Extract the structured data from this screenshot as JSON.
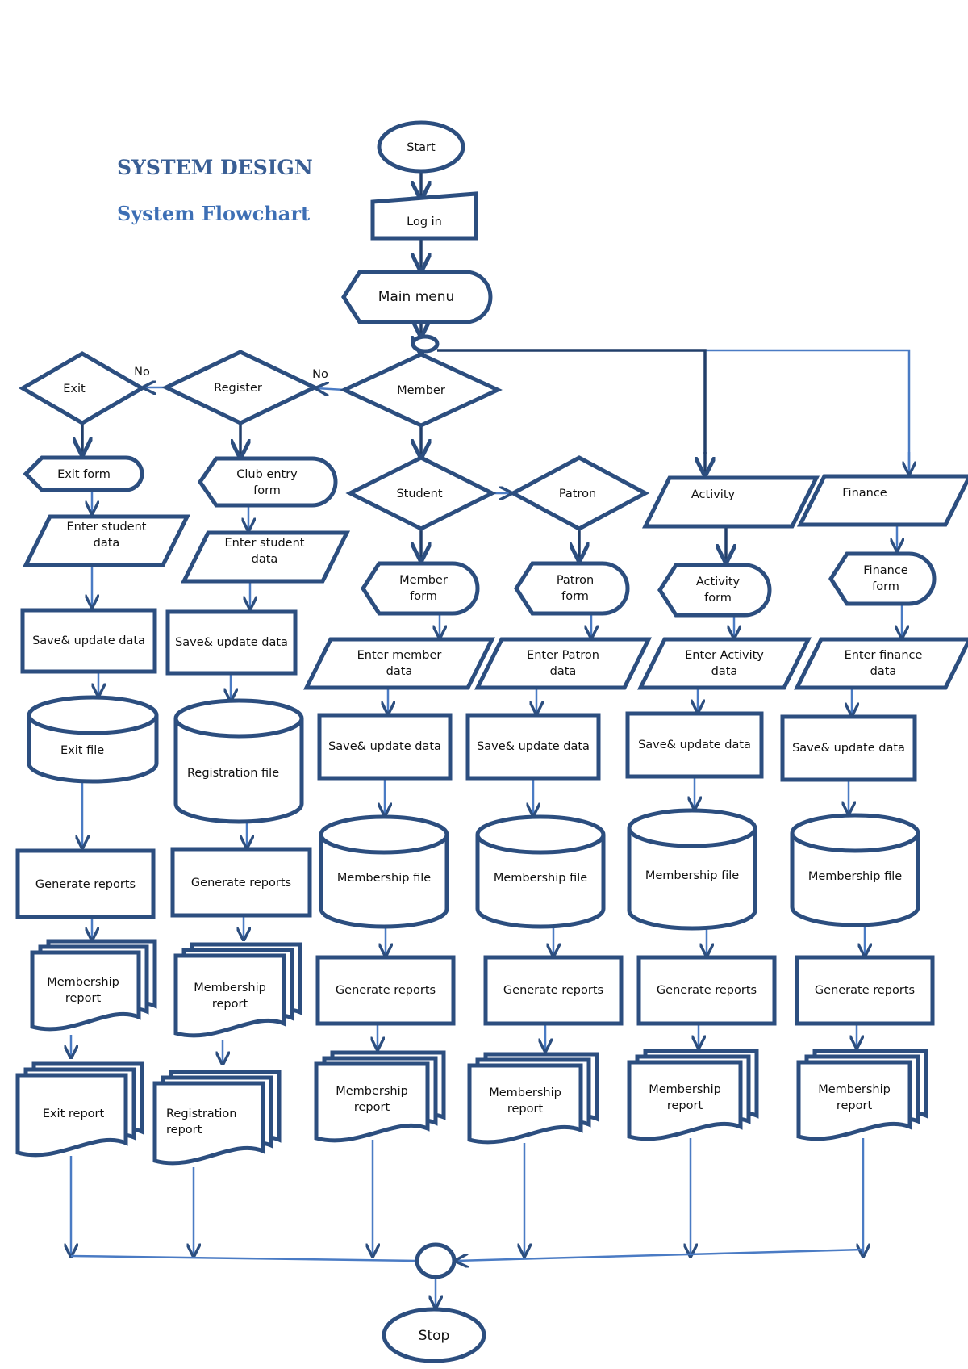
{
  "titles": {
    "section": "SYSTEM DESIGN",
    "subtitle": "System Flowchart"
  },
  "nodes": {
    "start": "Start",
    "login": "Log in",
    "main_menu": "Main menu",
    "member": "Member",
    "register": "Register",
    "exit": "Exit",
    "no1": "No",
    "no2": "No",
    "student": "Student",
    "patron": "Patron",
    "activity": "Activity",
    "finance": "Finance",
    "stop": "Stop",
    "exit_branch": {
      "form": [
        "Exit form"
      ],
      "input": [
        "Enter student",
        "data"
      ],
      "save": "Save& update data",
      "file": [
        "Exit file"
      ],
      "generate": "Generate reports",
      "report1": [
        "Membership",
        "report"
      ],
      "report2": [
        "Exit report"
      ]
    },
    "register_branch": {
      "form": [
        "Club entry",
        "form"
      ],
      "input": [
        "Enter student",
        "data"
      ],
      "save": "Save& update data",
      "file": [
        "Registration file"
      ],
      "generate": "Generate reports",
      "report1": [
        "Membership",
        "report"
      ],
      "report2": [
        "Registration",
        "report"
      ]
    },
    "student_branch": {
      "form": [
        "Member",
        "form"
      ],
      "input": [
        "Enter member",
        "data"
      ],
      "save": "Save& update data",
      "file": [
        "Membership file"
      ],
      "generate": "Generate reports",
      "report": [
        "Membership",
        "report"
      ]
    },
    "patron_branch": {
      "form": [
        "Patron",
        "form"
      ],
      "input": [
        "Enter Patron",
        "data"
      ],
      "save": "Save& update data",
      "file": [
        "Membership file"
      ],
      "generate": "Generate reports",
      "report": [
        "Membership",
        "report"
      ]
    },
    "activity_branch": {
      "form": [
        "Activity",
        "form"
      ],
      "input": [
        "Enter Activity",
        "data"
      ],
      "save": "Save& update data",
      "file": [
        "Membership file"
      ],
      "generate": "Generate reports",
      "report": [
        "Membership",
        "report"
      ]
    },
    "finance_branch": {
      "form": [
        "Finance",
        "form"
      ],
      "input": [
        "Enter finance",
        "data"
      ],
      "save": "Save& update data",
      "file": [
        "Membership file"
      ],
      "generate": "Generate reports",
      "report": [
        "Membership",
        "report"
      ]
    }
  },
  "colors": {
    "title": "#3a5f95",
    "subtitle": "#3d6fb5",
    "stroke": "#2c4e7f",
    "connector": "#4a7bc4"
  }
}
